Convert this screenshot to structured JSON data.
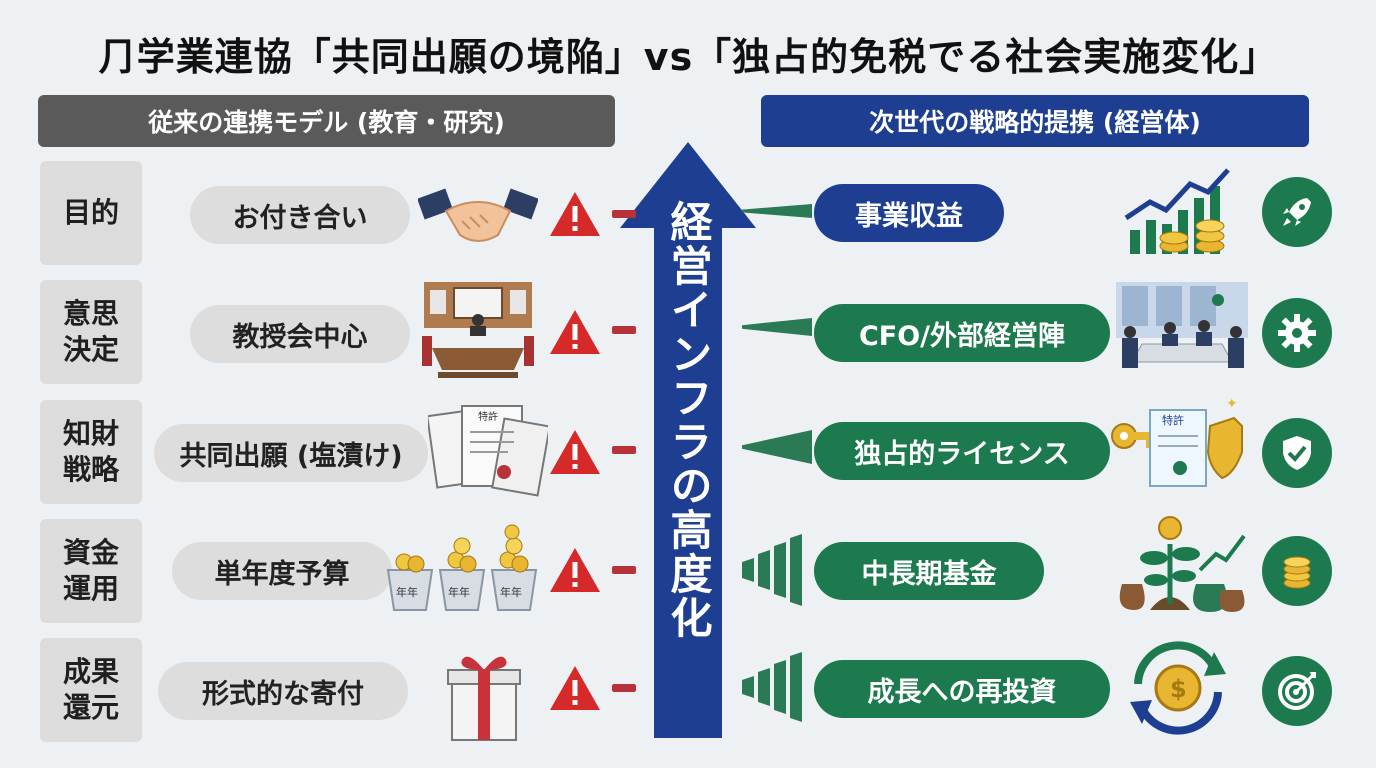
{
  "title": "⺆学業連協「共同出願の境陥」vs「独占的免税でる社会実施変化」",
  "header_left": "従来の連携モデル (教育・研究)",
  "header_right": "次世代の戦略的提携 (経営体)",
  "arrow_label": "経営インフラの高度化",
  "rows": [
    {
      "label": "目的",
      "old": "お付き合い",
      "new": "事業収益"
    },
    {
      "label": "意思\n決定",
      "old": "教授会中心",
      "new": "CFO/外部経営陣"
    },
    {
      "label": "知財\n戦略",
      "old": "共同出願 (塩漬け)",
      "new": "独占的ライセンス"
    },
    {
      "label": "資金\n運用",
      "old": "単年度予算",
      "new": "中長期基金"
    },
    {
      "label": "成果\n還元",
      "old": "形式的な寄付",
      "new": "成長への再投資"
    }
  ],
  "icon_text": {
    "patent": "特許",
    "fiscal_year": "年年"
  },
  "icons": {
    "old": [
      "handshake-icon",
      "meeting-room-icon",
      "patent-documents-icon",
      "coin-buckets-icon",
      "gift-box-icon"
    ],
    "new": [
      "growth-chart-icon",
      "boardroom-icon",
      "license-key-icon",
      "money-tree-icon",
      "reinvest-cycle-icon"
    ],
    "badges": [
      "rocket-icon",
      "gear-icon",
      "shield-check-icon",
      "coin-stack-icon",
      "target-icon"
    ]
  },
  "colors": {
    "header_left": "#5a5a5a",
    "header_right": "#1e3f91",
    "arrow": "#1e3f91",
    "green": "#1c7a4e",
    "warning": "#d62a2a"
  }
}
